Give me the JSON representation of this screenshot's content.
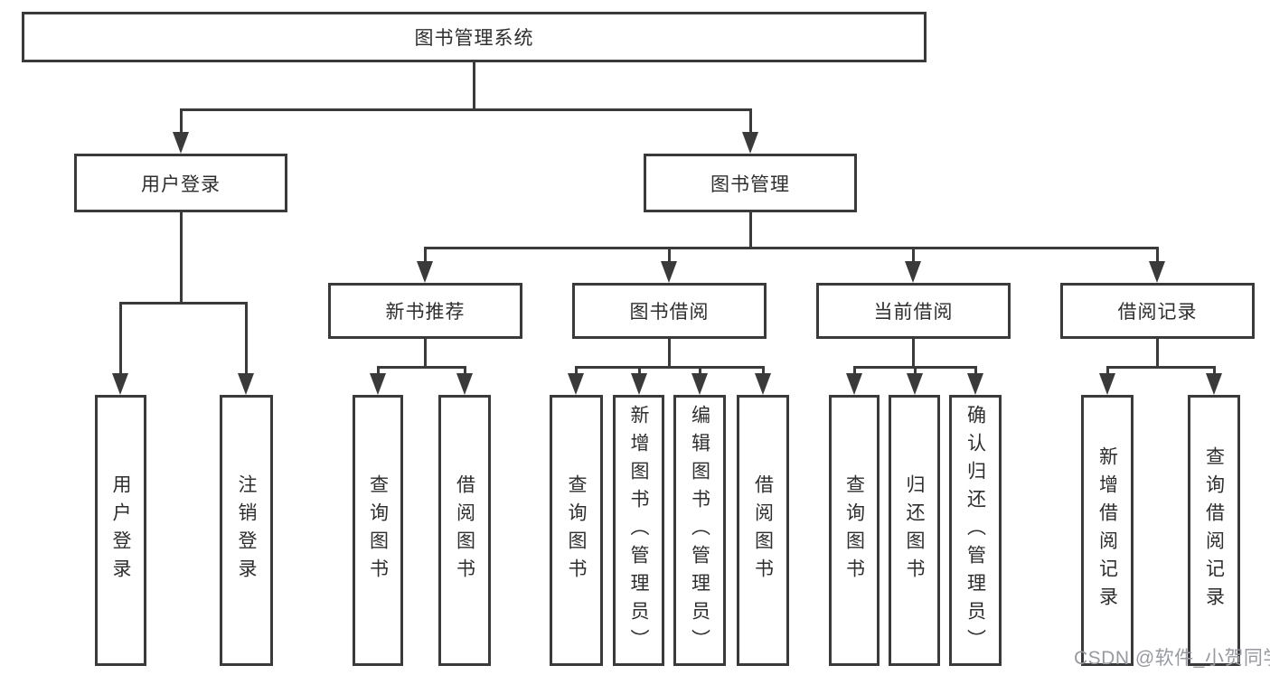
{
  "diagram": {
    "nodes": {
      "root": {
        "label": "图书管理系统"
      },
      "user_login": {
        "label": "用户登录"
      },
      "book_mgmt": {
        "label": "图书管理"
      },
      "new_book_rec": {
        "label": "新书推荐"
      },
      "book_borrow": {
        "label": "图书借阅"
      },
      "current_borrow": {
        "label": "当前借阅"
      },
      "borrow_records": {
        "label": "借阅记录"
      },
      "leaf_user_login": {
        "label": "用户登录"
      },
      "leaf_logout": {
        "label": "注销登录"
      },
      "leaf_nbr_query": {
        "label": "查询图书"
      },
      "leaf_nbr_borrow": {
        "label": "借阅图书"
      },
      "leaf_bb_query": {
        "label": "查询图书"
      },
      "leaf_bb_add": {
        "label": "新增图书（管理员）"
      },
      "leaf_bb_edit": {
        "label": "编辑图书（管理员）"
      },
      "leaf_bb_borrow": {
        "label": "借阅图书"
      },
      "leaf_cb_query": {
        "label": "查询图书"
      },
      "leaf_cb_return": {
        "label": "归还图书"
      },
      "leaf_cb_confirm": {
        "label": "确认归还（管理员）"
      },
      "leaf_br_add": {
        "label": "新增借阅记录"
      },
      "leaf_br_query": {
        "label": "查询借阅记录"
      }
    },
    "edges": [
      [
        "图书管理系统",
        "用户登录"
      ],
      [
        "图书管理系统",
        "图书管理"
      ],
      [
        "用户登录",
        "用户登录"
      ],
      [
        "用户登录",
        "注销登录"
      ],
      [
        "图书管理",
        "新书推荐"
      ],
      [
        "图书管理",
        "图书借阅"
      ],
      [
        "图书管理",
        "当前借阅"
      ],
      [
        "图书管理",
        "借阅记录"
      ],
      [
        "新书推荐",
        "查询图书"
      ],
      [
        "新书推荐",
        "借阅图书"
      ],
      [
        "图书借阅",
        "查询图书"
      ],
      [
        "图书借阅",
        "新增图书（管理员）"
      ],
      [
        "图书借阅",
        "编辑图书（管理员）"
      ],
      [
        "图书借阅",
        "借阅图书"
      ],
      [
        "当前借阅",
        "查询图书"
      ],
      [
        "当前借阅",
        "归还图书"
      ],
      [
        "当前借阅",
        "确认归还（管理员）"
      ],
      [
        "借阅记录",
        "新增借阅记录"
      ],
      [
        "借阅记录",
        "查询借阅记录"
      ]
    ],
    "colors": {
      "background": "#ffffff",
      "line": "#3a3a3a",
      "box_border": "#3a3a3a",
      "text": "#2e2e2e",
      "watermark": "#989aa2"
    },
    "watermark": "CSDN @软件_小贺同学"
  }
}
